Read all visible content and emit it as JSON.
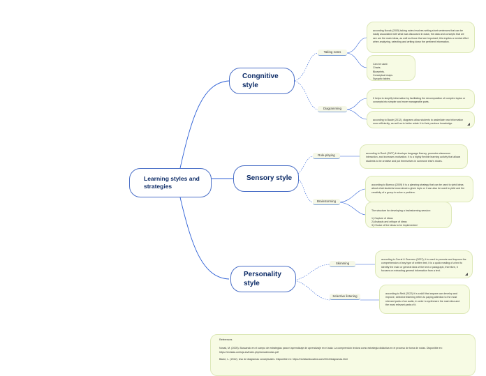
{
  "root": {
    "label": "Learning styles and strategies"
  },
  "branches": [
    {
      "label": "Congnitive style",
      "subs": [
        {
          "label": "Taking notes",
          "notes": [
            "according Novak (2005) taking notes involves writing short sentences that can be easily associated with what was discussed in class; the data and concepts that we see are the main ideas, as well as those that are important; this implies a mental effort when analyzing, selecting and writing down the pertinent information.",
            "Can be used:\nCharts.\nBlueprints.\nConceptual maps.\nSynoptic tables."
          ]
        },
        {
          "label": "Diagramming",
          "notes": [
            "It helps to simplify information by facilitating the decomposition of complex topics or concepts into simpler and more manageable parts.",
            "according to Baute (2012), diagrams allow students to assimilate new information more efficiently, as well as to better relate it to their previous knowledge."
          ]
        }
      ]
    },
    {
      "label": "Sensory style",
      "subs": [
        {
          "label": "Role-playing",
          "notes": [
            "according to Rorrit (2007) it develops language fluency, promotes classroom interaction, and increases motivation. It is a highly flexible learning activity that allows students to be creative and put themselves in someone else's shoes."
          ]
        },
        {
          "label": "Brainstorming",
          "notes": [
            "according to Buenco (2009) It is a planning strategy that can be used to yield ideas about what students know about a given topic or it can also be used to yield and the creativity of a group to solve a problem.",
            "The structure for developing a brainstorming session:\n\n1) Capture of ideas\n2) Analysis and critique of ideas\n3) Choice of the ideas to be implemented"
          ]
        }
      ]
    },
    {
      "label": "Personality style",
      "subs": [
        {
          "label": "Skimming",
          "notes": [
            "according to Corral & Guerrero (2007), it is used to promote and improve the comprehension of any type of written text, it is a quick reading of a text to identify the main or general idea of the text or paragraph, therefore, it focuses on extracting general information from a text."
          ]
        },
        {
          "label": "Selective listening",
          "notes": [
            "according to Reid (2022) it is a skill that anyone can develop and improve, selective listening refers to paying attention to the most relevant parts of an audio, in order to synthesize the main idea and the most relevant parts of it."
          ]
        }
      ]
    }
  ],
  "references": {
    "title": "References",
    "items": [
      "Novak, M. (2005). Buscando en el campo de estrategias para el aprendizaje de aprendizaje en el aula: La comprensión lectora como estrategia didáctica en el proceso de toma de notas. Disponible en: https://revistas.unirioja.es/index.php/tomadenotas.pdf",
      "Baute, L. (2012). Uso de diagramas conceptuales. Disponible en: https://revistaeducativa.com/2012/diagramas.html"
    ]
  },
  "colors": {
    "connector": "#2c5fd6",
    "node_border": "#4a6fc7",
    "note_bg": "#f7fbe4",
    "title_text": "#0b2a66"
  }
}
